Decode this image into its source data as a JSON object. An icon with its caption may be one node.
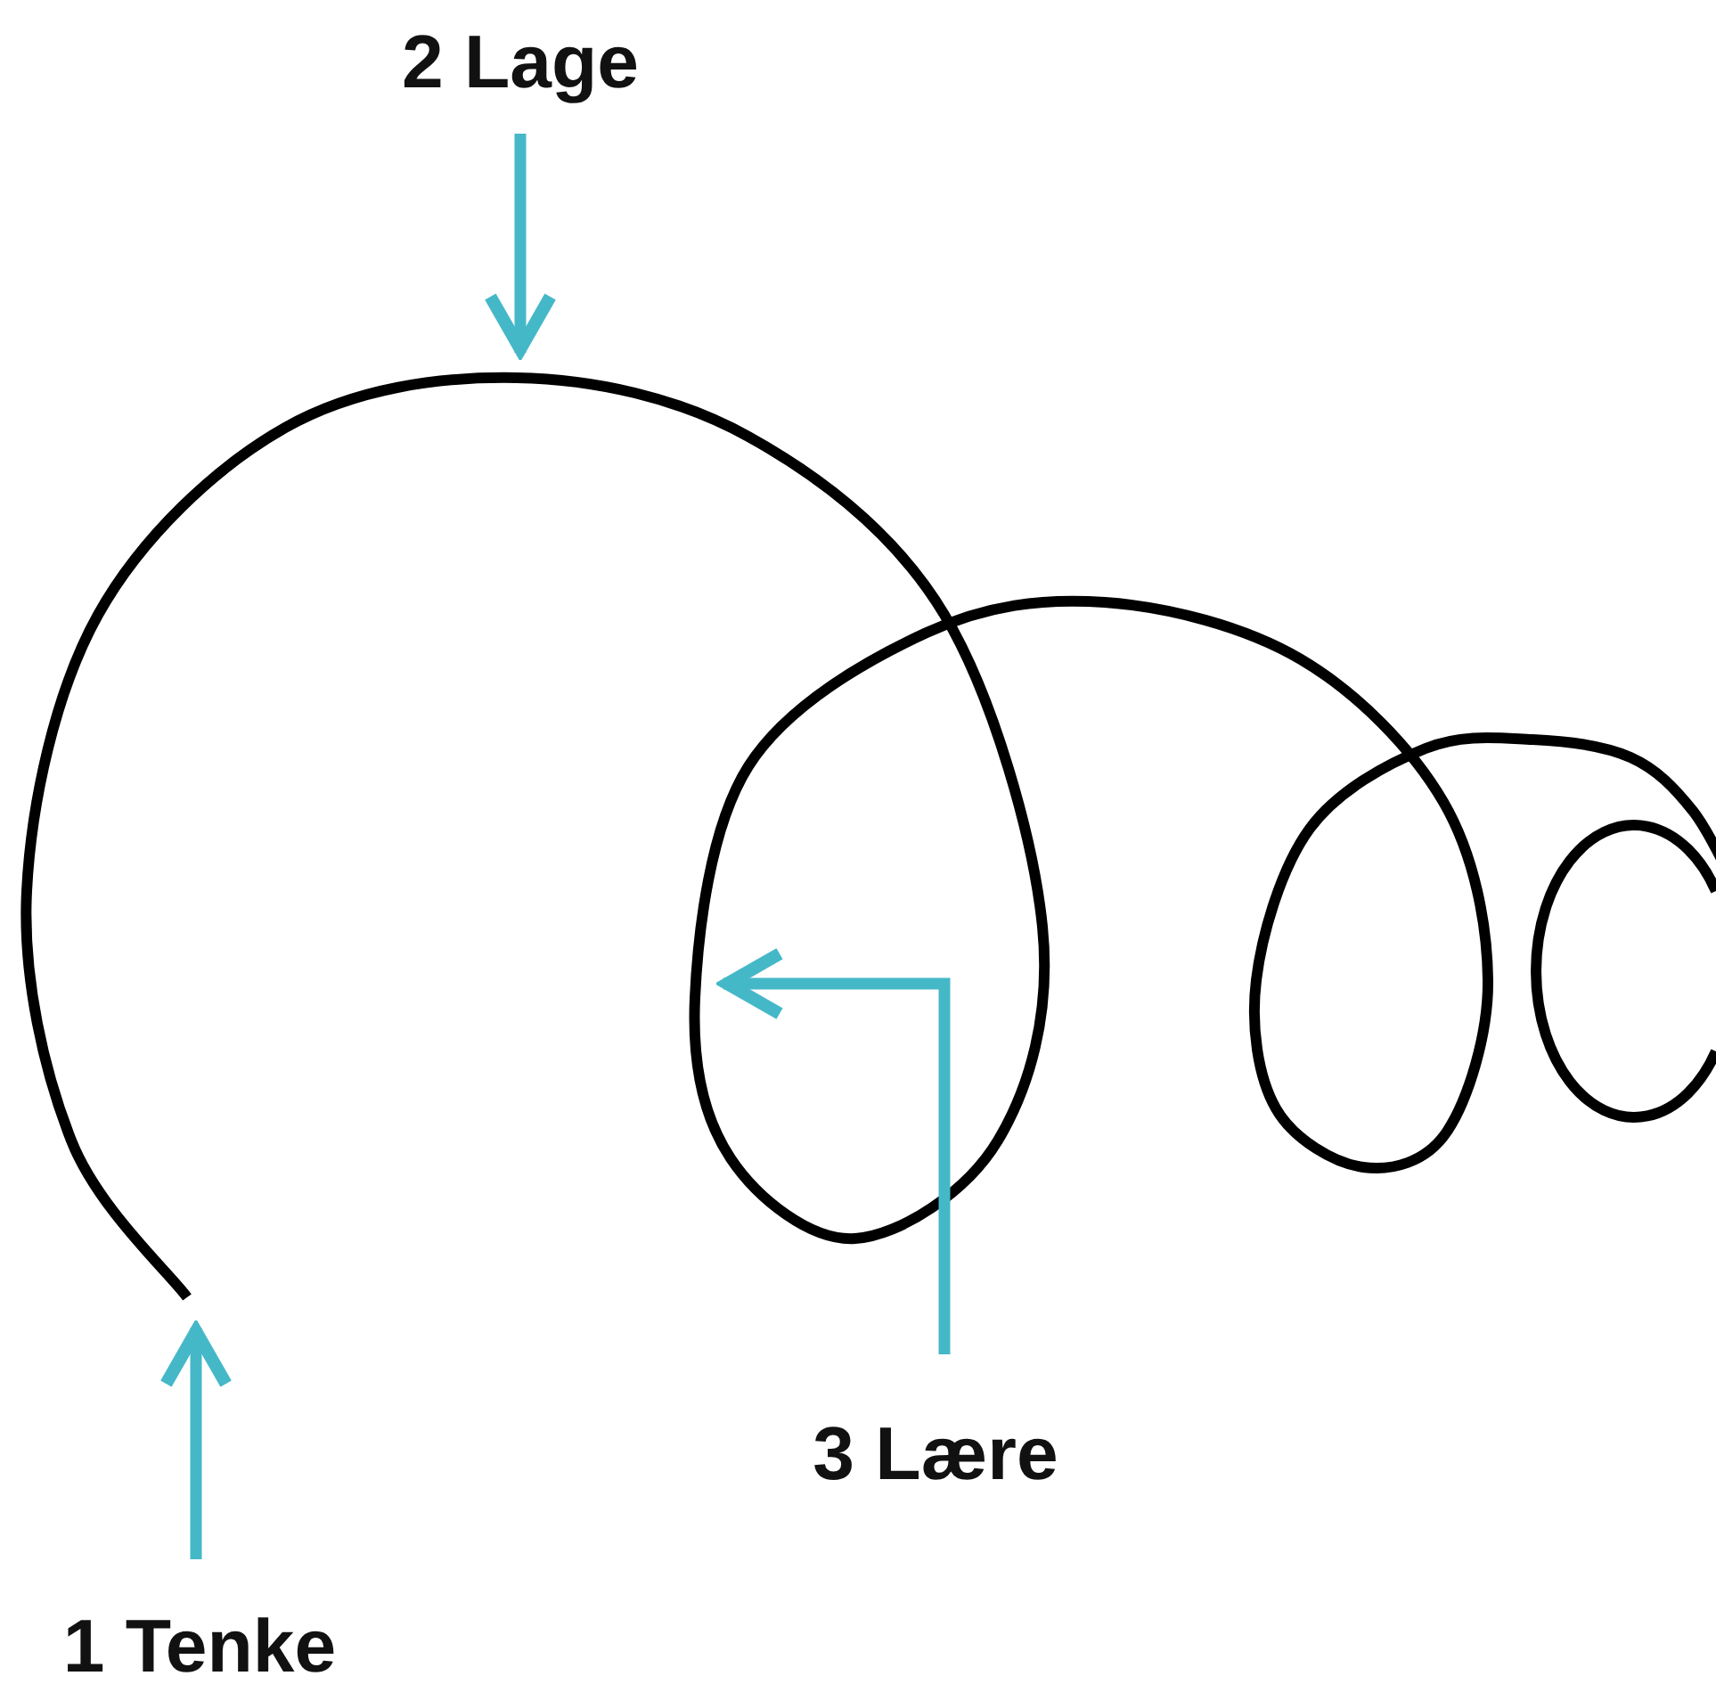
{
  "diagram": {
    "nodes": [
      {
        "text": [
          "2 Lage"
        ]
      },
      {
        "text": [],
        "shape": "spiral"
      },
      {
        "text": [
          "3 Lære"
        ]
      },
      {
        "text": [
          "1 Tenke"
        ]
      }
    ],
    "edges": [
      {
        "from": 0,
        "to": 1,
        "arrow": "to"
      },
      {
        "from": 2,
        "to": 1,
        "arrow": "to"
      },
      {
        "from": 3,
        "to": 1,
        "arrow": "to"
      }
    ]
  }
}
